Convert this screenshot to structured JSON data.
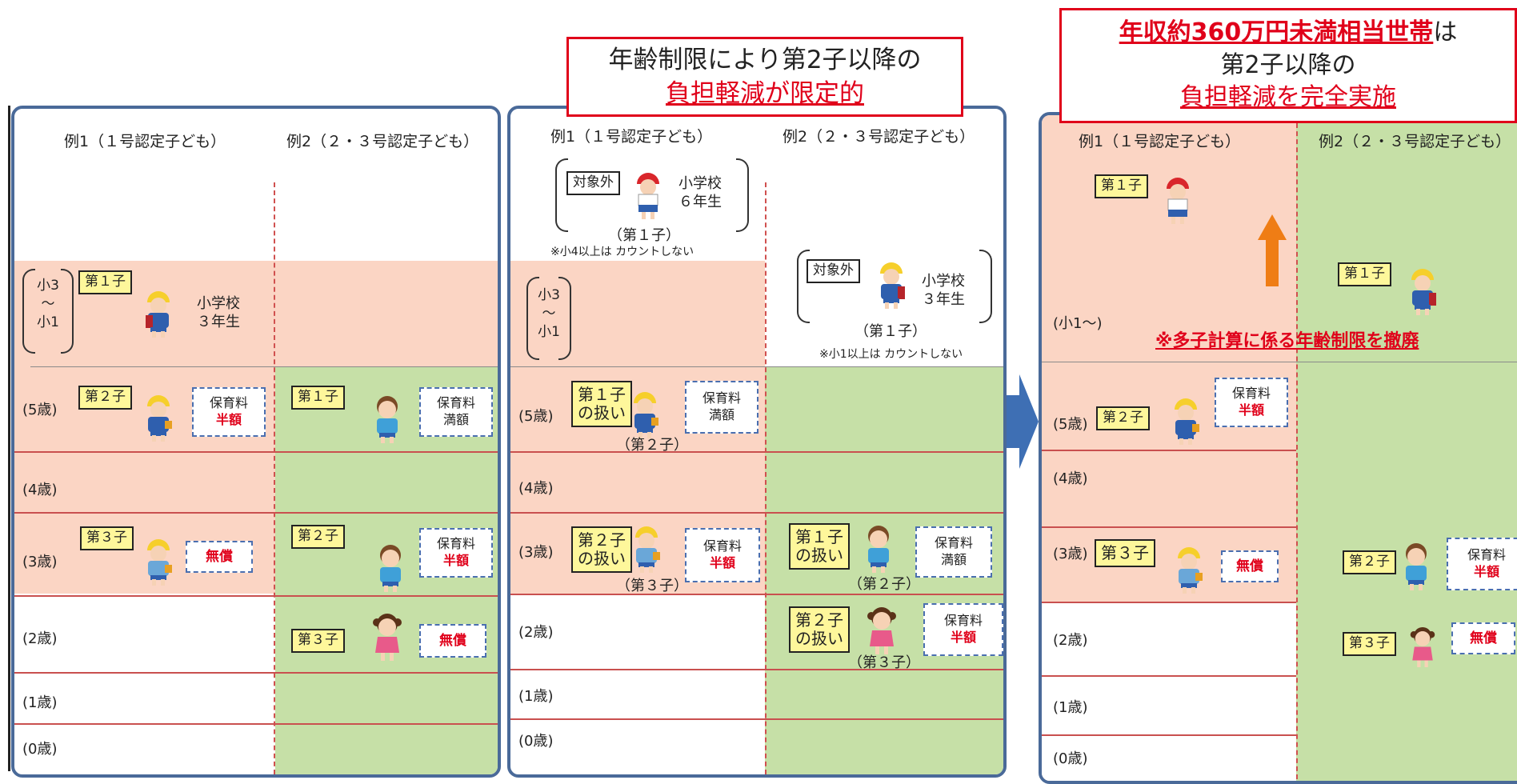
{
  "callout_mid": {
    "line1": "年齢制限により第2子以降の",
    "line2": "負担軽減が限定的"
  },
  "callout_right": {
    "line1a": "年収約360万円未満相当世帯",
    "line1b": "は",
    "line2": "第2子以降の",
    "line3": "負担軽減を完全実施"
  },
  "headers": {
    "ex1": "例1（１号認定子ども）",
    "ex2": "例2（２・３号認定子ども）"
  },
  "ages": {
    "sho": "(小1〜)",
    "a5": "(5歳)",
    "a4": "(4歳)",
    "a3": "(3歳)",
    "a2": "(2歳)",
    "a1": "(1歳)",
    "a0": "(0歳)"
  },
  "bracket_lines": [
    "小3",
    "〜",
    "小1"
  ],
  "tags": {
    "c1": "第１子",
    "c2": "第２子",
    "c3": "第３子",
    "c1_treat": "第１子\nの扱い",
    "c2_treat": "第２子\nの扱い",
    "outside": "対象外"
  },
  "fees": {
    "label": "保育料",
    "half": "半額",
    "full": "満額",
    "free": "無償"
  },
  "school": {
    "g3": "小学校\n３年生",
    "g6": "小学校\n６年生"
  },
  "ordinals": {
    "o1": "（第１子）",
    "o2": "（第２子）",
    "o3": "（第３子）"
  },
  "notes": {
    "sho4": "※小4以上は カウントしない",
    "sho1": "※小1以上は カウントしない"
  },
  "banner": "※多子計算に係る年齢制限を撤廃",
  "colors": {
    "salmon": "#fbd5c4",
    "green": "#c6e0a7",
    "panel_border": "#4a6a99",
    "accent_red": "#e0001a",
    "tag_yellow": "#fef79b",
    "arrow_orange": "#ef7d15",
    "arrow_blue": "#3e6fb4"
  }
}
